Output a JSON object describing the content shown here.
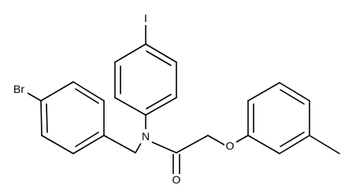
{
  "atoms": {
    "bromine": "Br",
    "iodine": "I",
    "nitrogen": "N",
    "oxygen_ether": "O",
    "oxygen_carbonyl": "O"
  },
  "colors": {
    "background": "#ffffff",
    "ink": "#000000"
  }
}
